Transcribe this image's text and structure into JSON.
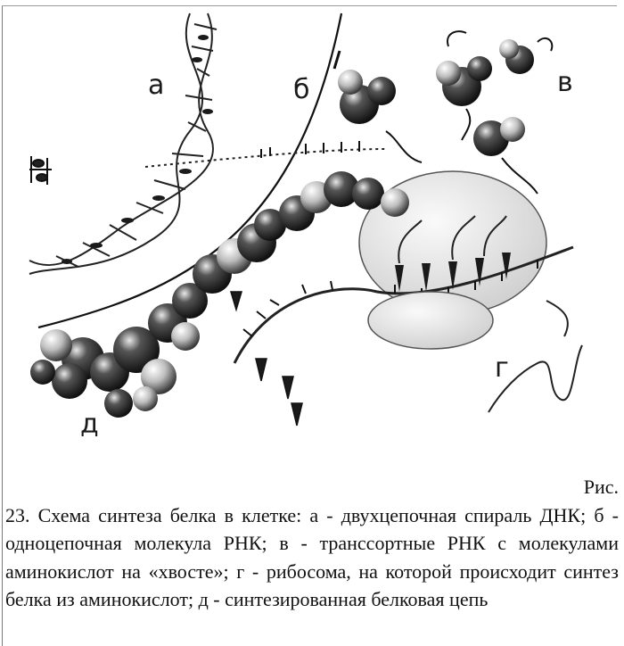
{
  "figure": {
    "labels": {
      "a": "а",
      "b": "б",
      "v": "в",
      "g": "г",
      "d": "д"
    }
  },
  "caption": {
    "prefix": "Рис.",
    "text": "23. Схема синтеза белка в клетке: а - двухцепочная спираль ДНК; б - одноцепочная молекула РНК; в - транссортные РНК с молекулами аминокислот на «хвосте»; г - рибосома, на которой происходит синтез белка из аминокислот; д - синтезированная белковая цепь"
  }
}
